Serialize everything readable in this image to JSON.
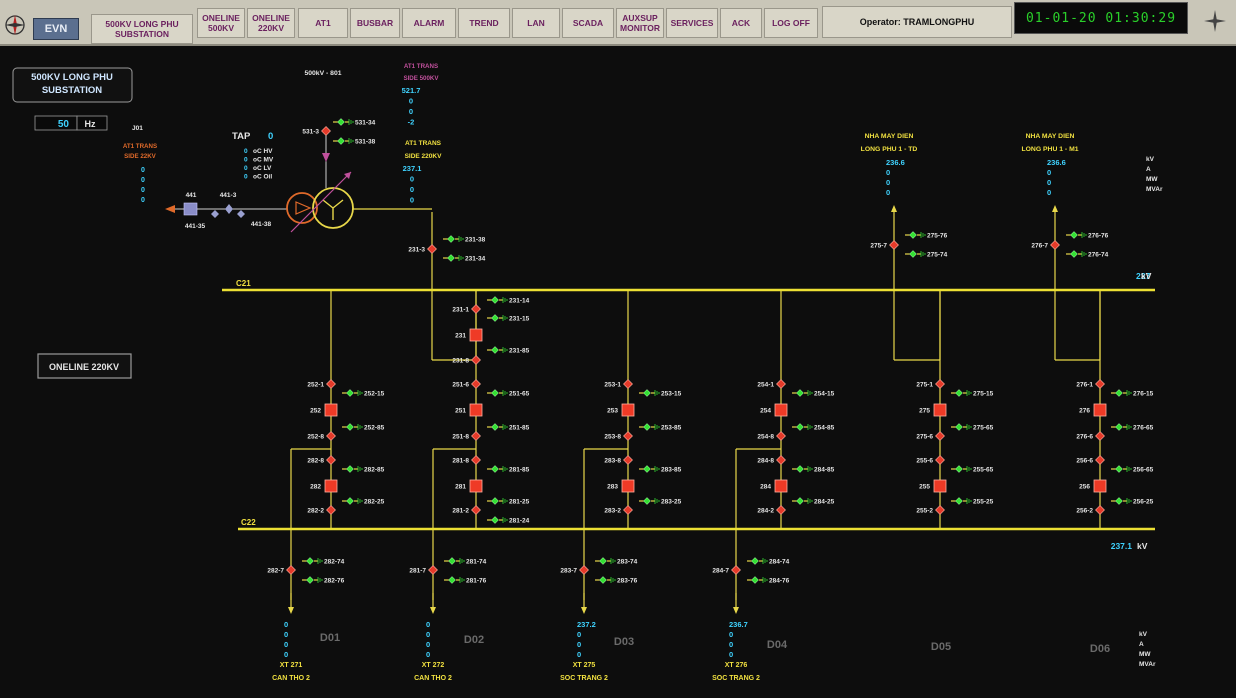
{
  "toolbar": {
    "substation_button": "500KV LONG PHU\nSUBSTATION",
    "buttons": [
      "ONELINE\n500KV",
      "ONELINE\n220KV",
      "AT1",
      "BUSBAR",
      "ALARM",
      "TREND",
      "LAN",
      "SCADA",
      "AUXSUP\nMONITOR",
      "SERVICES",
      "ACK",
      "LOG OFF"
    ],
    "operator": "Operator: TRAMLONGPHU",
    "clock": "01-01-20  01:30:29",
    "brand": "EVN"
  },
  "panel": {
    "substation_title": "500KV LONG PHU\nSUBSTATION",
    "frequency_value": "50",
    "frequency_unit": "Hz",
    "oneline_button": "ONELINE 220KV"
  },
  "transformer": {
    "label_j01": "J01",
    "at1_side_22kv_title": "AT1 TRANS\nSIDE 22KV",
    "at1_side_22kv_values": [
      "0",
      "0",
      "0",
      "0"
    ],
    "tap_label": "TAP",
    "tap_value": "0",
    "temps": [
      {
        "value": "0",
        "label": "oC HV"
      },
      {
        "value": "0",
        "label": "oC MV"
      },
      {
        "value": "0",
        "label": "oC LV"
      },
      {
        "value": "0",
        "label": "oC Oil"
      }
    ],
    "bay_500kv_title": "500kV - 801",
    "at1_side_500kv_title": "AT1 TRANS\nSIDE 500KV",
    "at1_side_500kv_values": [
      "521.7",
      "0",
      "0",
      "-2"
    ],
    "at1_side_220kv_title": "AT1 TRANS\nSIDE 220KV",
    "at1_side_220kv_values": [
      "237.1",
      "0",
      "0",
      "0"
    ],
    "labels_22kv": [
      "441",
      "441-3",
      "441-35",
      "441-38"
    ],
    "labels_500kv": [
      "531-3",
      "531-34",
      "531-38"
    ],
    "labels_220kv": [
      "231-3",
      "231-38",
      "231-34"
    ]
  },
  "busbars": {
    "c21_label": "C21",
    "c21_value": "237",
    "c21_unit": "kV",
    "c22_label": "C22",
    "c22_value": "237.1",
    "c22_unit": "kV"
  },
  "plant_feeders": [
    {
      "title_line1": "NHA MAY DIEN",
      "title_line2": "LONG PHU 1 - TD",
      "values": [
        "236.6",
        "0",
        "0",
        "0"
      ],
      "disc": "275-7",
      "g1": "275-76",
      "g2": "275-74"
    },
    {
      "title_line1": "NHA MAY DIEN",
      "title_line2": "LONG PHU 1 - M1",
      "values": [
        "236.6",
        "0",
        "0",
        "0"
      ],
      "disc": "276-7",
      "g1": "276-76",
      "g2": "276-74"
    }
  ],
  "units_top": [
    "kV",
    "A",
    "MW",
    "MVAr"
  ],
  "units_bottom": [
    "kV",
    "A",
    "MW",
    "MVAr"
  ],
  "bay_231": {
    "labels": [
      "231-1",
      "231-14",
      "231-15",
      "231",
      "231-8",
      "231-85"
    ]
  },
  "bays": [
    {
      "id": "D01",
      "upper": [
        "252-1",
        "252-15",
        "252",
        "252-8",
        "252-85"
      ],
      "lower": [
        "282-8",
        "282-85",
        "282",
        "282-2",
        "282-25"
      ],
      "out": [
        "282-7",
        "282-74",
        "282-76"
      ],
      "values": [
        "0",
        "0",
        "0",
        "0"
      ],
      "name1": "XT 271",
      "name2": "CAN THO 2"
    },
    {
      "id": "D02",
      "upper": [
        "251-6",
        "251-65",
        "251",
        "251-8",
        "251-85"
      ],
      "lower": [
        "281-8",
        "281-85",
        "281",
        "281-2",
        "281-25",
        "281-24"
      ],
      "out": [
        "281-7",
        "281-74",
        "281-76"
      ],
      "values": [
        "0",
        "0",
        "0",
        "0"
      ],
      "name1": "XT 272",
      "name2": "CAN THO 2"
    },
    {
      "id": "D03",
      "upper": [
        "253-1",
        "253-15",
        "253",
        "253-8",
        "253-85"
      ],
      "lower": [
        "283-8",
        "283-85",
        "283",
        "283-2",
        "283-25"
      ],
      "out": [
        "283-7",
        "283-74",
        "283-76"
      ],
      "values": [
        "237.2",
        "0",
        "0",
        "0"
      ],
      "name1": "XT 275",
      "name2": "SOC TRANG 2"
    },
    {
      "id": "D04",
      "upper": [
        "254-1",
        "254-15",
        "254",
        "254-8",
        "254-85"
      ],
      "lower": [
        "284-8",
        "284-85",
        "284",
        "284-2",
        "284-25"
      ],
      "out": [
        "284-7",
        "284-74",
        "284-76"
      ],
      "values": [
        "236.7",
        "0",
        "0",
        "0"
      ],
      "name1": "XT 276",
      "name2": "SOC TRANG 2"
    },
    {
      "id": "D05",
      "upper": [
        "275-1",
        "275-15",
        "275",
        "275-6",
        "275-65"
      ],
      "lower": [
        "255-6",
        "255-65",
        "255",
        "255-2",
        "255-25"
      ]
    },
    {
      "id": "D06",
      "upper": [
        "276-1",
        "276-15",
        "276",
        "276-6",
        "276-65"
      ],
      "lower": [
        "256-6",
        "256-65",
        "256",
        "256-2",
        "256-25"
      ]
    }
  ],
  "colors": {
    "bus": "#ece034",
    "breaker": "#ef3a26",
    "ground": "#35e035",
    "measurement": "#3fd3ff",
    "title": "#f0e040",
    "magenta": "#c0509c",
    "orange": "#e06a2a"
  }
}
